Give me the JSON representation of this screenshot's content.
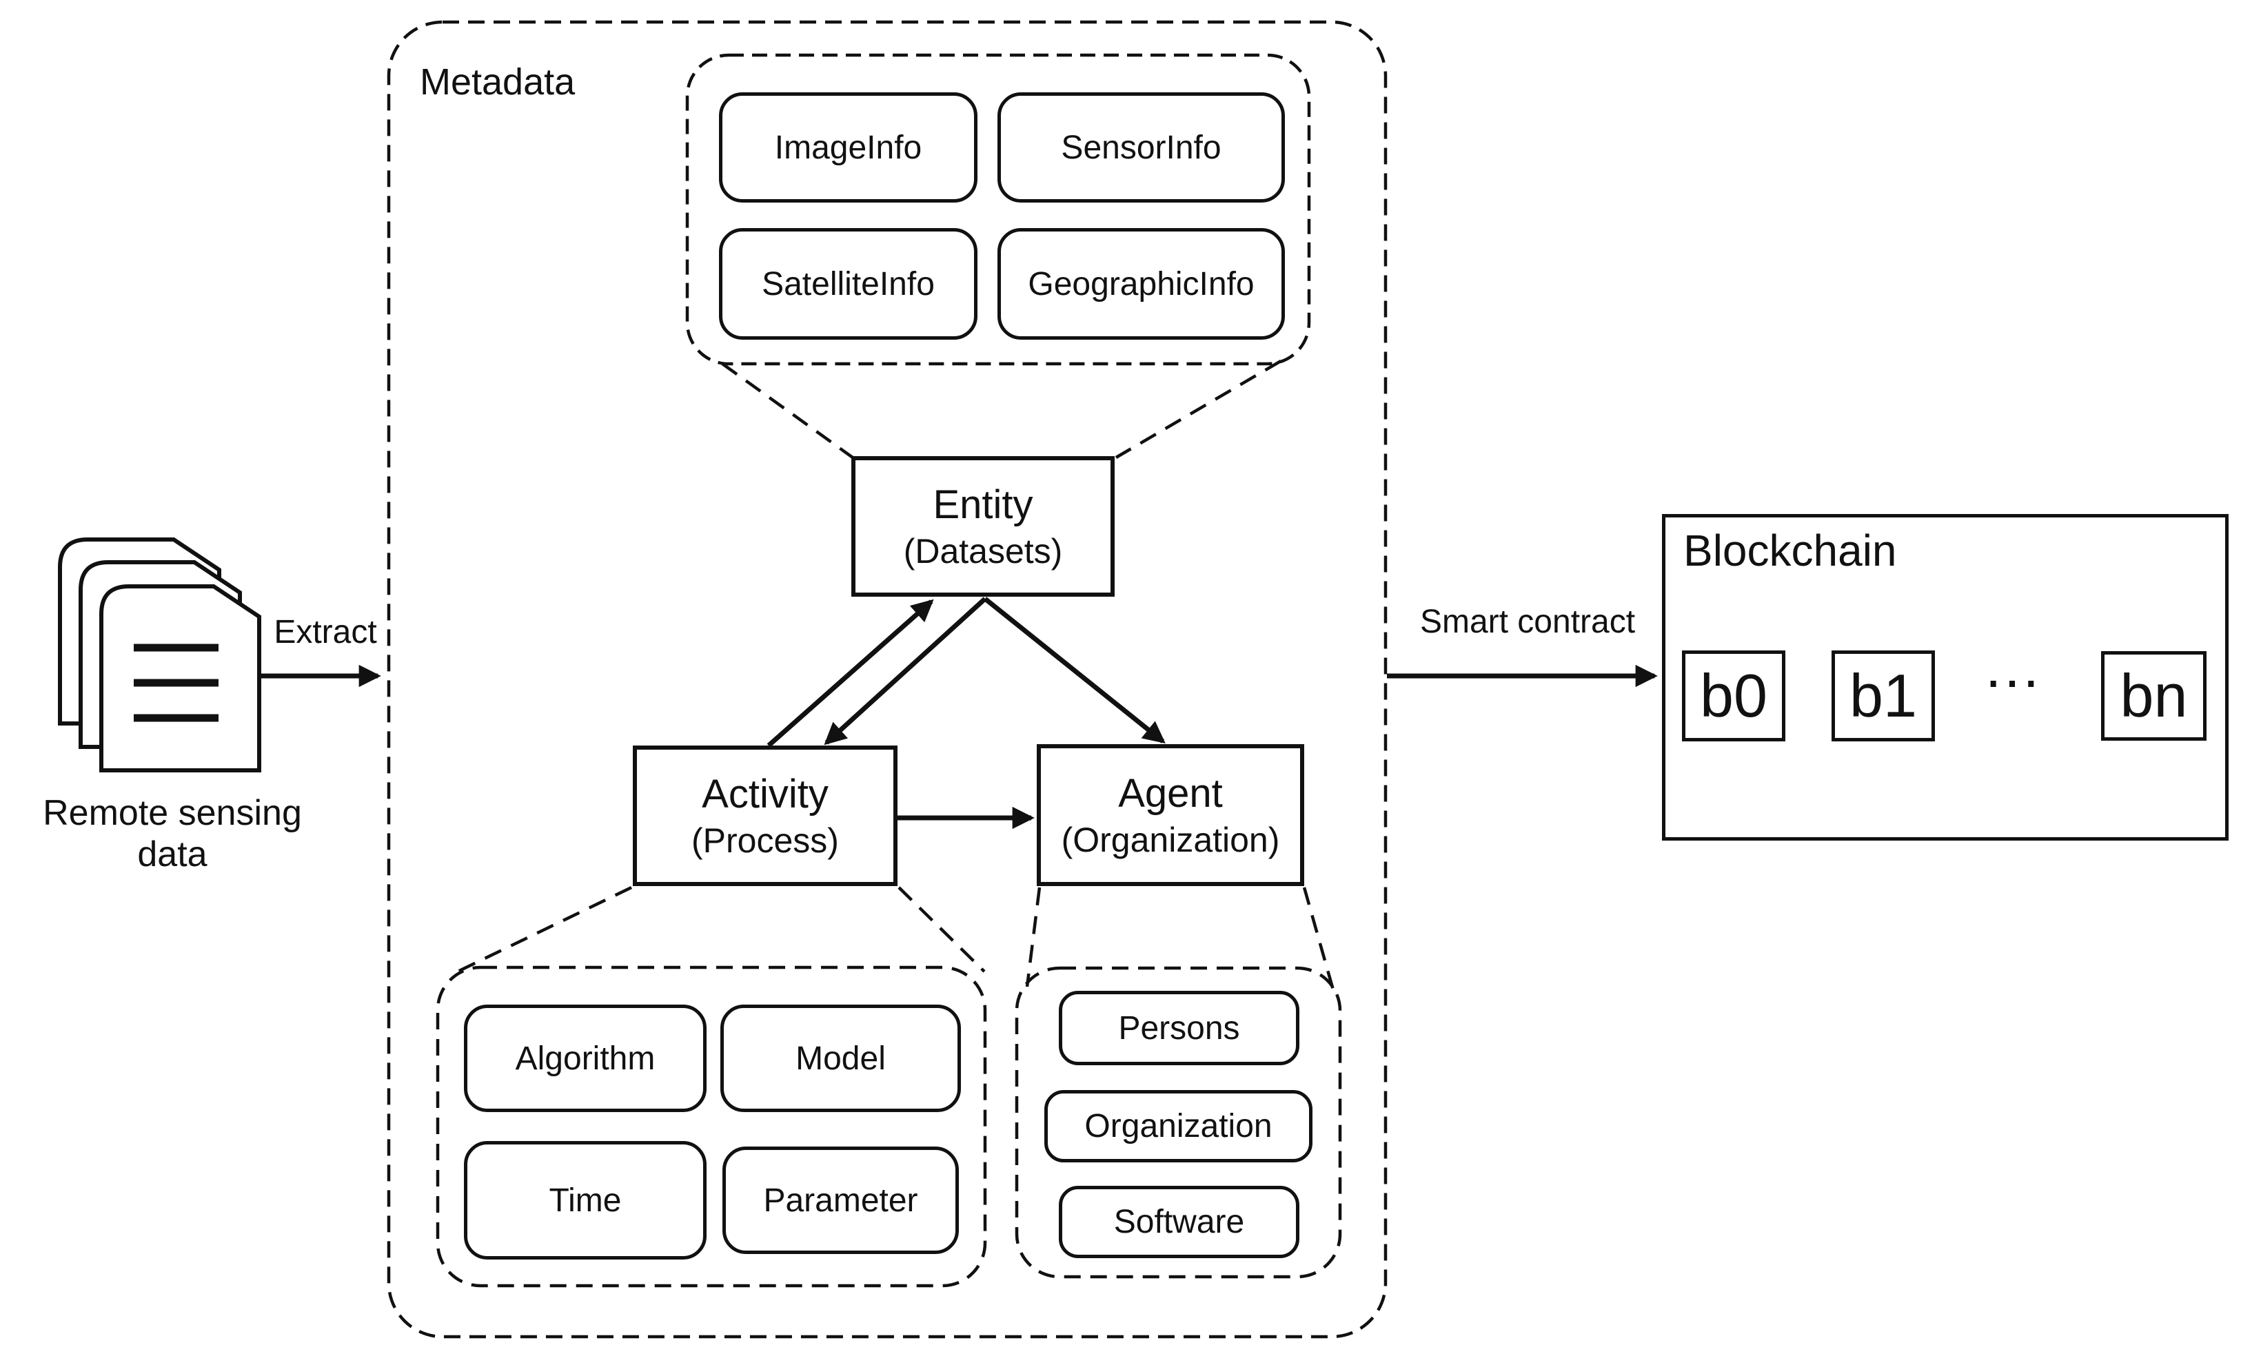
{
  "colors": {
    "ink": "#111111",
    "paper": "#ffffff"
  },
  "source": {
    "label": "Remote sensing data",
    "icon": "document-stack-icon"
  },
  "flows": {
    "extract_label": "Extract",
    "smart_contract_label": "Smart contract"
  },
  "metadata": {
    "label": "Metadata",
    "info_items": [
      "ImageInfo",
      "SensorInfo",
      "SatelliteInfo",
      "GeographicInfo"
    ],
    "entity": {
      "title": "Entity",
      "subtitle": "(Datasets)"
    },
    "activity": {
      "title": "Activity",
      "subtitle": "(Process)"
    },
    "agent": {
      "title": "Agent",
      "subtitle": "(Organization)"
    },
    "activity_items": [
      "Algorithm",
      "Model",
      "Time",
      "Parameter"
    ],
    "agent_items": [
      "Persons",
      "Organization",
      "Software"
    ]
  },
  "blockchain": {
    "title": "Blockchain",
    "blocks": [
      "b0",
      "b1",
      "bn"
    ],
    "ellipsis": "..."
  }
}
